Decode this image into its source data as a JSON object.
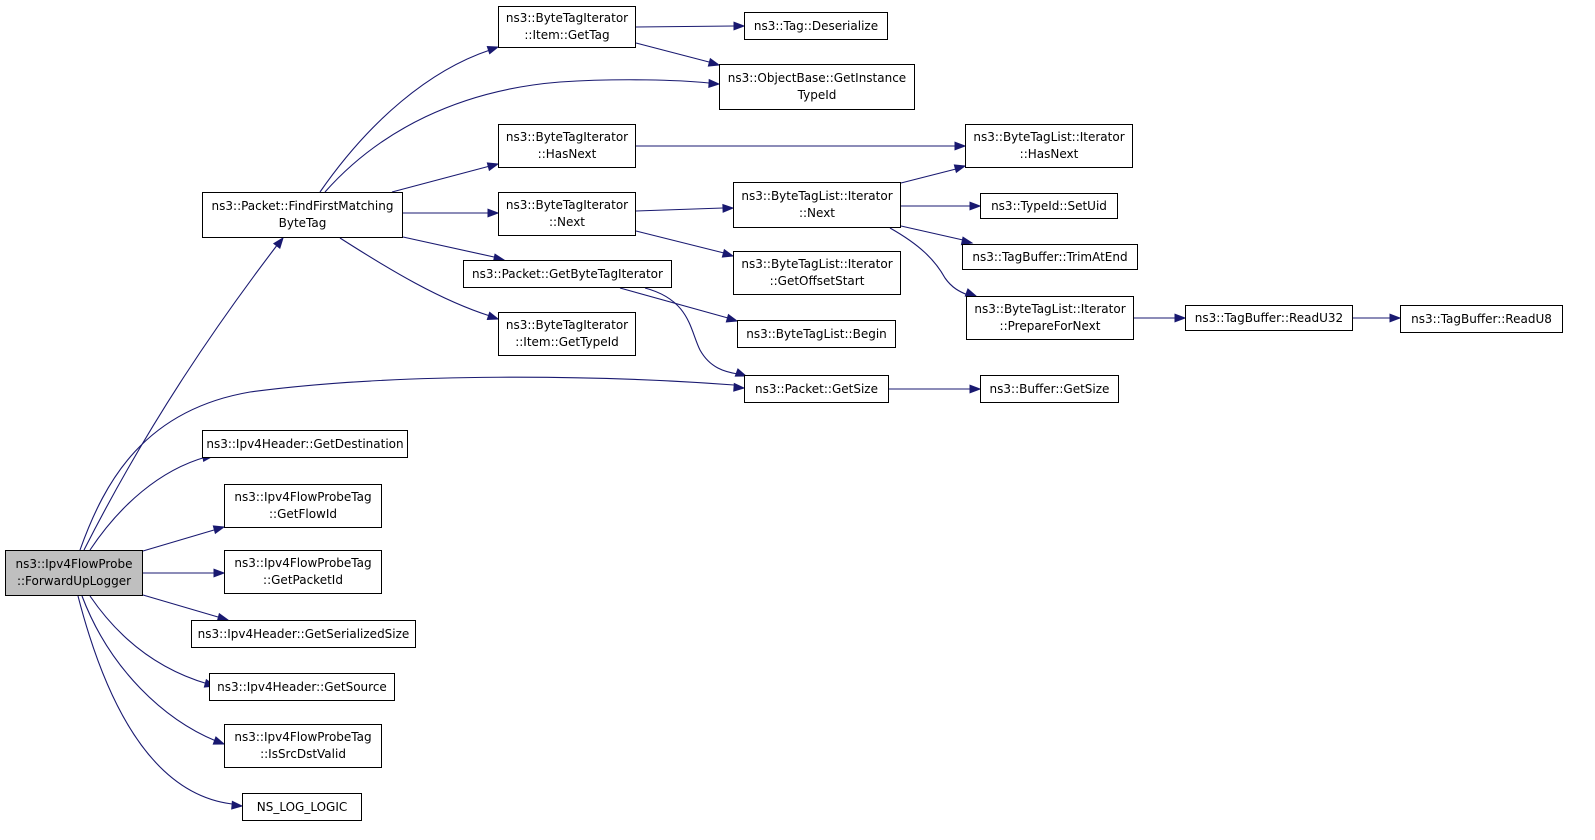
{
  "diagram": {
    "colors": {
      "edge": "#191970",
      "root_fill": "#bfbfbf",
      "node_fill": "#ffffff",
      "border": "#000000"
    },
    "nodes": [
      {
        "id": "root",
        "lines": [
          "ns3::Ipv4FlowProbe",
          "::ForwardUpLogger"
        ],
        "root": true
      },
      {
        "id": "findFirst",
        "lines": [
          "ns3::Packet::FindFirstMatching",
          "ByteTag"
        ]
      },
      {
        "id": "bti_getTag",
        "lines": [
          "ns3::ByteTagIterator",
          "::Item::GetTag"
        ]
      },
      {
        "id": "tag_deser",
        "lines": [
          "ns3::Tag::Deserialize"
        ]
      },
      {
        "id": "objbase",
        "lines": [
          "ns3::ObjectBase::GetInstance",
          "TypeId"
        ]
      },
      {
        "id": "bti_hasNext",
        "lines": [
          "ns3::ByteTagIterator",
          "::HasNext"
        ]
      },
      {
        "id": "btl_hasNext",
        "lines": [
          "ns3::ByteTagList::Iterator",
          "::HasNext"
        ]
      },
      {
        "id": "bti_next",
        "lines": [
          "ns3::ByteTagIterator",
          "::Next"
        ]
      },
      {
        "id": "btl_next",
        "lines": [
          "ns3::ByteTagList::Iterator",
          "::Next"
        ]
      },
      {
        "id": "typeid_setUid",
        "lines": [
          "ns3::TypeId::SetUid"
        ]
      },
      {
        "id": "tb_trim",
        "lines": [
          "ns3::TagBuffer::TrimAtEnd"
        ]
      },
      {
        "id": "pkt_getBTI",
        "lines": [
          "ns3::Packet::GetByteTagIterator"
        ]
      },
      {
        "id": "btl_getOffset",
        "lines": [
          "ns3::ByteTagList::Iterator",
          "::GetOffsetStart"
        ]
      },
      {
        "id": "btl_prepare",
        "lines": [
          "ns3::ByteTagList::Iterator",
          "::PrepareForNext"
        ]
      },
      {
        "id": "tb_readU32",
        "lines": [
          "ns3::TagBuffer::ReadU32"
        ]
      },
      {
        "id": "tb_readU8",
        "lines": [
          "ns3::TagBuffer::ReadU8"
        ]
      },
      {
        "id": "bti_getTypeId",
        "lines": [
          "ns3::ByteTagIterator",
          "::Item::GetTypeId"
        ]
      },
      {
        "id": "btl_begin",
        "lines": [
          "ns3::ByteTagList::Begin"
        ]
      },
      {
        "id": "pkt_getSize",
        "lines": [
          "ns3::Packet::GetSize"
        ]
      },
      {
        "id": "buf_getSize",
        "lines": [
          "ns3::Buffer::GetSize"
        ]
      },
      {
        "id": "ipv4_getDest",
        "lines": [
          "ns3::Ipv4Header::GetDestination"
        ]
      },
      {
        "id": "fpt_getFlowId",
        "lines": [
          "ns3::Ipv4FlowProbeTag",
          "::GetFlowId"
        ]
      },
      {
        "id": "fpt_getPacketId",
        "lines": [
          "ns3::Ipv4FlowProbeTag",
          "::GetPacketId"
        ]
      },
      {
        "id": "ipv4_getSerSize",
        "lines": [
          "ns3::Ipv4Header::GetSerializedSize"
        ]
      },
      {
        "id": "ipv4_getSource",
        "lines": [
          "ns3::Ipv4Header::GetSource"
        ]
      },
      {
        "id": "fpt_isSrcDst",
        "lines": [
          "ns3::Ipv4FlowProbeTag",
          "::IsSrcDstValid"
        ]
      },
      {
        "id": "ns_log",
        "lines": [
          "NS_LOG_LOGIC"
        ]
      }
    ],
    "edges": [
      [
        "root",
        "findFirst"
      ],
      [
        "root",
        "pkt_getSize"
      ],
      [
        "root",
        "ipv4_getDest"
      ],
      [
        "root",
        "fpt_getFlowId"
      ],
      [
        "root",
        "fpt_getPacketId"
      ],
      [
        "root",
        "ipv4_getSerSize"
      ],
      [
        "root",
        "ipv4_getSource"
      ],
      [
        "root",
        "fpt_isSrcDst"
      ],
      [
        "root",
        "ns_log"
      ],
      [
        "findFirst",
        "bti_getTag"
      ],
      [
        "findFirst",
        "objbase"
      ],
      [
        "findFirst",
        "bti_hasNext"
      ],
      [
        "findFirst",
        "bti_next"
      ],
      [
        "findFirst",
        "pkt_getBTI"
      ],
      [
        "findFirst",
        "bti_getTypeId"
      ],
      [
        "bti_getTag",
        "tag_deser"
      ],
      [
        "bti_getTag",
        "objbase"
      ],
      [
        "bti_hasNext",
        "btl_hasNext"
      ],
      [
        "bti_next",
        "btl_next"
      ],
      [
        "bti_next",
        "btl_getOffset"
      ],
      [
        "btl_next",
        "btl_hasNext"
      ],
      [
        "btl_next",
        "typeid_setUid"
      ],
      [
        "btl_next",
        "tb_trim"
      ],
      [
        "btl_next",
        "btl_prepare"
      ],
      [
        "btl_prepare",
        "tb_readU32"
      ],
      [
        "tb_readU32",
        "tb_readU8"
      ],
      [
        "pkt_getBTI",
        "btl_begin"
      ],
      [
        "pkt_getBTI",
        "pkt_getSize"
      ],
      [
        "pkt_getSize",
        "buf_getSize"
      ]
    ]
  }
}
